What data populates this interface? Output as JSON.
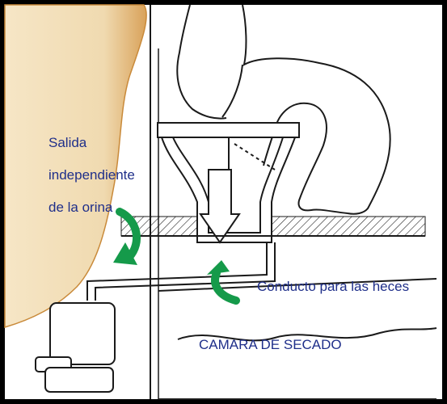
{
  "labels": {
    "urine_line1": "Salida",
    "urine_line2": "independiente",
    "urine_line3": "de la orina",
    "feces_conduit": "Conducto para las heces",
    "drying_chamber": "CAMARA DE SECADO"
  },
  "colors": {
    "frame": "#000000",
    "wall": "#f2deb8",
    "wall_edge": "#c98a3a",
    "background": "#ffffff",
    "line": "#1a1a1a",
    "label_text": "#1f2f8a",
    "arrow": "#159a4a"
  }
}
